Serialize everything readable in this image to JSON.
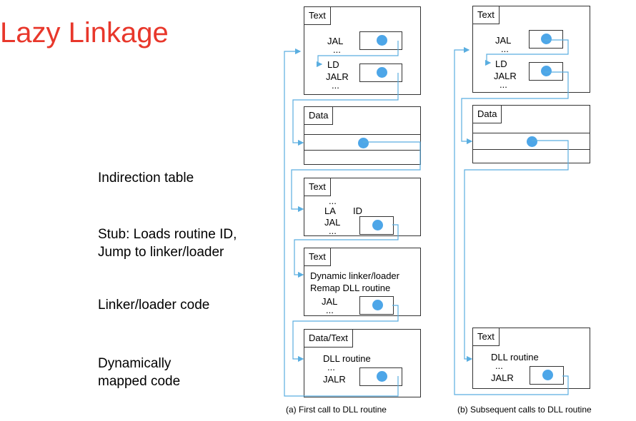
{
  "title": "Lazy Linkage",
  "side_labels": {
    "indirection": "Indirection table",
    "stub_line1": "Stub: Loads routine ID,",
    "stub_line2": "Jump to linker/loader",
    "linker": "Linker/loader code",
    "dyn_line1": "Dynamically",
    "dyn_line2": "mapped code"
  },
  "colors": {
    "title": "#e8372b",
    "arrow": "#5aaee0",
    "dot": "#4da6e8"
  },
  "panel_a": {
    "caption": "(a) First call to DLL routine",
    "text1": {
      "tab": "Text",
      "jal": "JAL",
      "dots1": "...",
      "ld": "LD",
      "jalr": "JALR",
      "dots2": "..."
    },
    "data": {
      "tab": "Data"
    },
    "stub": {
      "tab": "Text",
      "dots1": "...",
      "la": "LA",
      "id": "ID",
      "jal": "JAL",
      "dots2": "..."
    },
    "linker": {
      "tab": "Text",
      "line1": "Dynamic linker/loader",
      "line2": "Remap DLL routine",
      "jal": "JAL",
      "dots": "..."
    },
    "dll": {
      "tab": "Data/Text",
      "line1": "DLL routine",
      "dots": "...",
      "jalr": "JALR"
    }
  },
  "panel_b": {
    "caption": "(b) Subsequent calls to DLL routine",
    "text1": {
      "tab": "Text",
      "jal": "JAL",
      "dots1": "...",
      "ld": "LD",
      "jalr": "JALR",
      "dots2": "..."
    },
    "data": {
      "tab": "Data"
    },
    "dll": {
      "tab": "Text",
      "line1": "DLL routine",
      "dots": "...",
      "jalr": "JALR"
    }
  }
}
